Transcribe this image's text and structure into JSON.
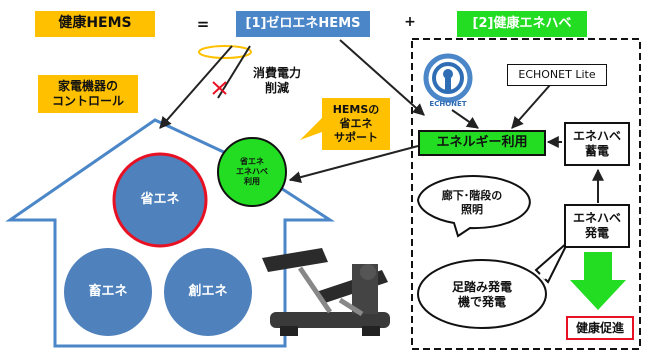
{
  "formula": {
    "health_hems": "健康HEMS",
    "equals": "=",
    "zero_ene_hems": "[1]ゼロエネHEMS",
    "plus": "+",
    "health_enehabe": "[2]健康エネハベ"
  },
  "left": {
    "appliance_control": "家電機器の\nコントロール",
    "power_reduction": "消費電力\n削減",
    "hems_support": "HEMSの\n省エネ\nサポート",
    "small_circle": "省エネ\nエネハベ\n利用",
    "circles": [
      "省エネ",
      "畜エネ",
      "創エネ"
    ]
  },
  "right": {
    "echonet_lite": "ECHONET Lite",
    "echonet_logo": "ECHONET",
    "energy_use": "エネルギー利用",
    "storage": "エネハベ\n蓄電",
    "generation": "エネハベ\n発電",
    "corridor_lighting": "廊下･階段の\n照明",
    "stepper_generation": "足踏み発電\n機で発電",
    "health_promotion": "健康促進"
  },
  "colors": {
    "yellow": "#ffc000",
    "blue": "#4a86c8",
    "green": "#22dd22",
    "red": "#e81123",
    "house_blue": "#4a86c8",
    "circle_blue": "#4f81bd"
  }
}
